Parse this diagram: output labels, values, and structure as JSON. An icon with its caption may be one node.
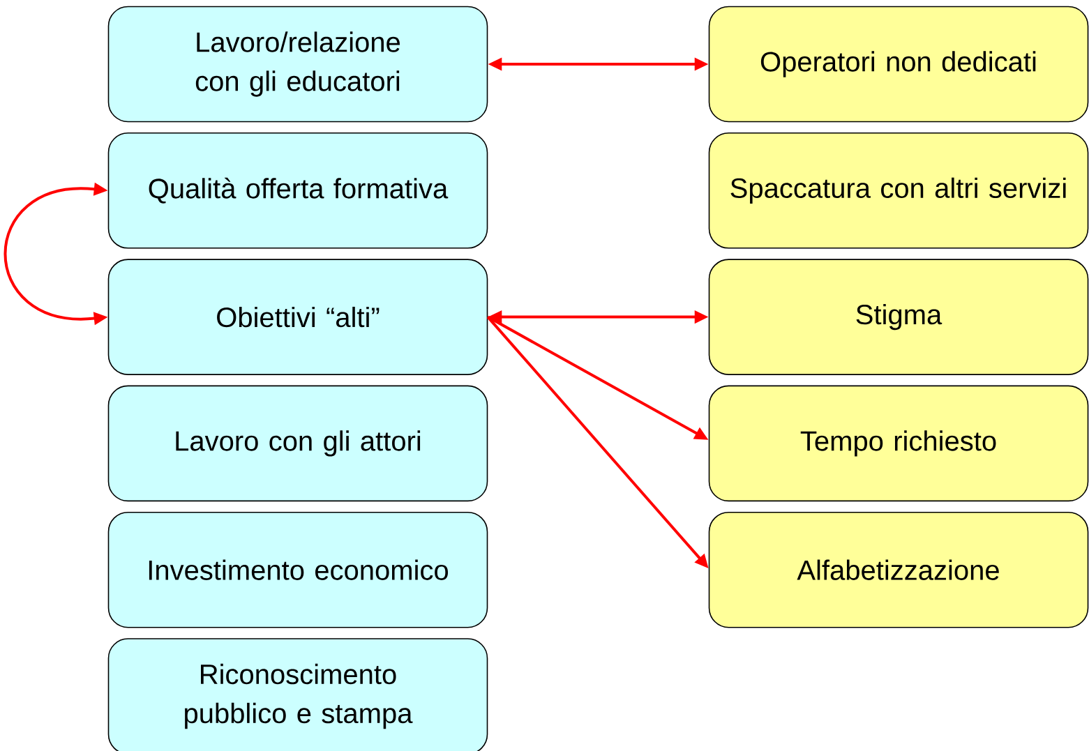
{
  "diagram": {
    "nodes": [
      {
        "text": [
          "Lavoro/relazione con gli educatori"
        ]
      },
      {
        "text": [
          "Qualità offerta formativa"
        ]
      },
      {
        "text": [
          "Obiettivi “alti”"
        ]
      },
      {
        "text": [
          "Lavoro con gli attori"
        ]
      },
      {
        "text": [
          "Investimento economico"
        ]
      },
      {
        "text": [
          "Riconoscimento pubblico e stampa"
        ]
      },
      {
        "text": [
          "Operatori non dedicati"
        ]
      },
      {
        "text": [
          "Spaccatura con altri servizi"
        ]
      },
      {
        "text": [
          "Stigma"
        ]
      },
      {
        "text": [
          "Tempo richiesto"
        ]
      },
      {
        "text": [
          "Alfabetizzazione"
        ]
      }
    ],
    "edges": [
      {
        "from": 0,
        "to": 6,
        "arrow": "both"
      },
      {
        "from": 1,
        "to": 2,
        "arrow": "both"
      },
      {
        "from": 2,
        "to": 8,
        "arrow": "both"
      },
      {
        "from": 2,
        "to": 9,
        "arrow": "to"
      },
      {
        "from": 2,
        "to": 10,
        "arrow": "to"
      }
    ]
  }
}
